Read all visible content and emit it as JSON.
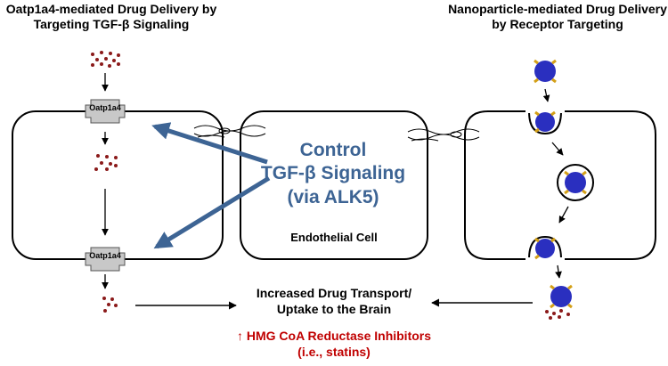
{
  "left_title": "Oatp1a4-mediated Drug Delivery by Targeting TGF-β Signaling",
  "right_title": "Nanoparticle-mediated Drug Delivery by Receptor Targeting",
  "control_text": {
    "line1": "Control",
    "line2": "TGF-β Signaling",
    "line3": "(via ALK5)"
  },
  "center_cell_label": "Endothelial Cell",
  "transporter_label": "Oatp1a4",
  "outcome": {
    "line1": "Increased Drug Transport/",
    "line2": "Uptake to the Brain"
  },
  "drug_class": {
    "arrow_symbol": "↑",
    "line1": "HMG CoA Reductase Inhibitors",
    "line2": "(i.e., statins)"
  },
  "colors": {
    "control_blue": "#3d6494",
    "drug_dot": "#8b1a1a",
    "nanoparticle": "#2a2fbf",
    "ligand": "#d4a017",
    "transporter": "#c8c8c8",
    "statin_red": "#c00000"
  }
}
